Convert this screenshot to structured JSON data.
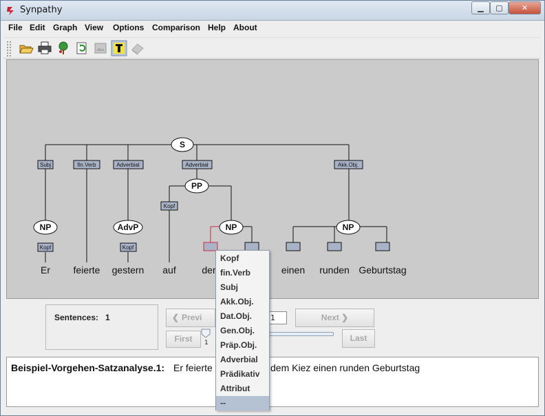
{
  "window": {
    "title": "Synpathy",
    "min_label": "▁",
    "max_label": "▢",
    "close_label": "✕"
  },
  "menubar": {
    "items": [
      "File",
      "Edit",
      "Graph",
      "View",
      "Options",
      "Comparison",
      "Help",
      "About"
    ]
  },
  "toolbar": {
    "icons": [
      "open-folder-icon",
      "print-icon",
      "tree-icon",
      "refresh-icon",
      "image-icon",
      "text-toggle-icon",
      "eraser-icon"
    ]
  },
  "tree": {
    "words": [
      "Er",
      "feierte",
      "gestern",
      "auf",
      "dem",
      "einen",
      "runden",
      "Geburtstag"
    ],
    "nodes": {
      "s": "S",
      "pp": "PP",
      "np_er": "NP",
      "advp": "AdvP",
      "np_pp": "NP",
      "np_obj": "NP"
    },
    "edges": {
      "subj": "Subj",
      "finverb": "fin.Verb",
      "adverbial1": "Adverbial",
      "adverbial2": "Adverbial",
      "akkobj": "Akk.Obj.",
      "kopf_pp": "Kopf",
      "kopf_np": "Kopf",
      "kopf_advp": "Kopf"
    }
  },
  "sentences": {
    "label": "Sentences:",
    "value": "1"
  },
  "navigation": {
    "previous": "Previ",
    "next": "Next",
    "first": "First",
    "last": "Last",
    "page": "1",
    "slider_min": "1"
  },
  "text_area": {
    "label": "Beispiel-Vorgehen-Satzanalyse.1:",
    "text_before": "Er feierte",
    "text_after": "dem Kiez einen runden Geburtstag"
  },
  "popup": {
    "items": [
      "Kopf",
      "fin.Verb",
      "Subj",
      "Akk.Obj.",
      "Dat.Obj.",
      "Gen.Obj.",
      "Präp.Obj.",
      "Adverbial",
      "Prädikativ",
      "Attribut",
      "--"
    ],
    "selected": "--"
  },
  "colors": {
    "canvas": "#cbcbcb",
    "edge_box": "#a9b3c7",
    "highlight": "#d02840",
    "selected_item": "#b4c2d4"
  }
}
